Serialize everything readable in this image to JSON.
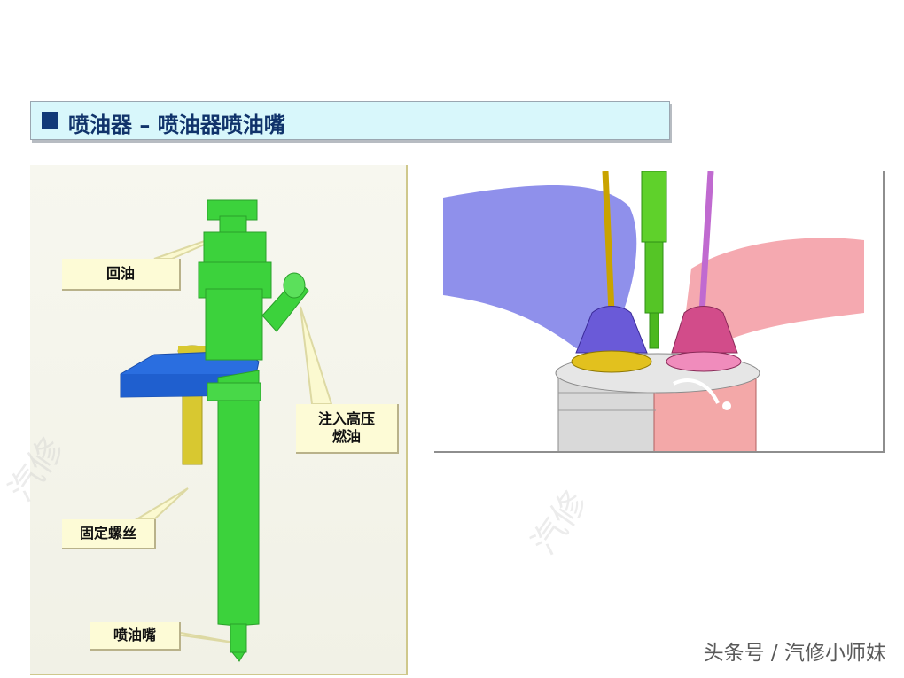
{
  "title": "喷油器 – 喷油器喷油嘴",
  "callouts": {
    "return_oil": "回油",
    "high_pressure_line1": "注入高压",
    "high_pressure_line2": "燃油",
    "fixing_bolt": "固定螺丝",
    "nozzle": "喷油嘴"
  },
  "watermark": "头条号 / 汽修小师妹",
  "colors": {
    "title_bg": "#d8f7fb",
    "title_text": "#10336b",
    "injector": "#3cd23c",
    "bracket": "#2a6ee0",
    "bolt": "#d8c830"
  }
}
